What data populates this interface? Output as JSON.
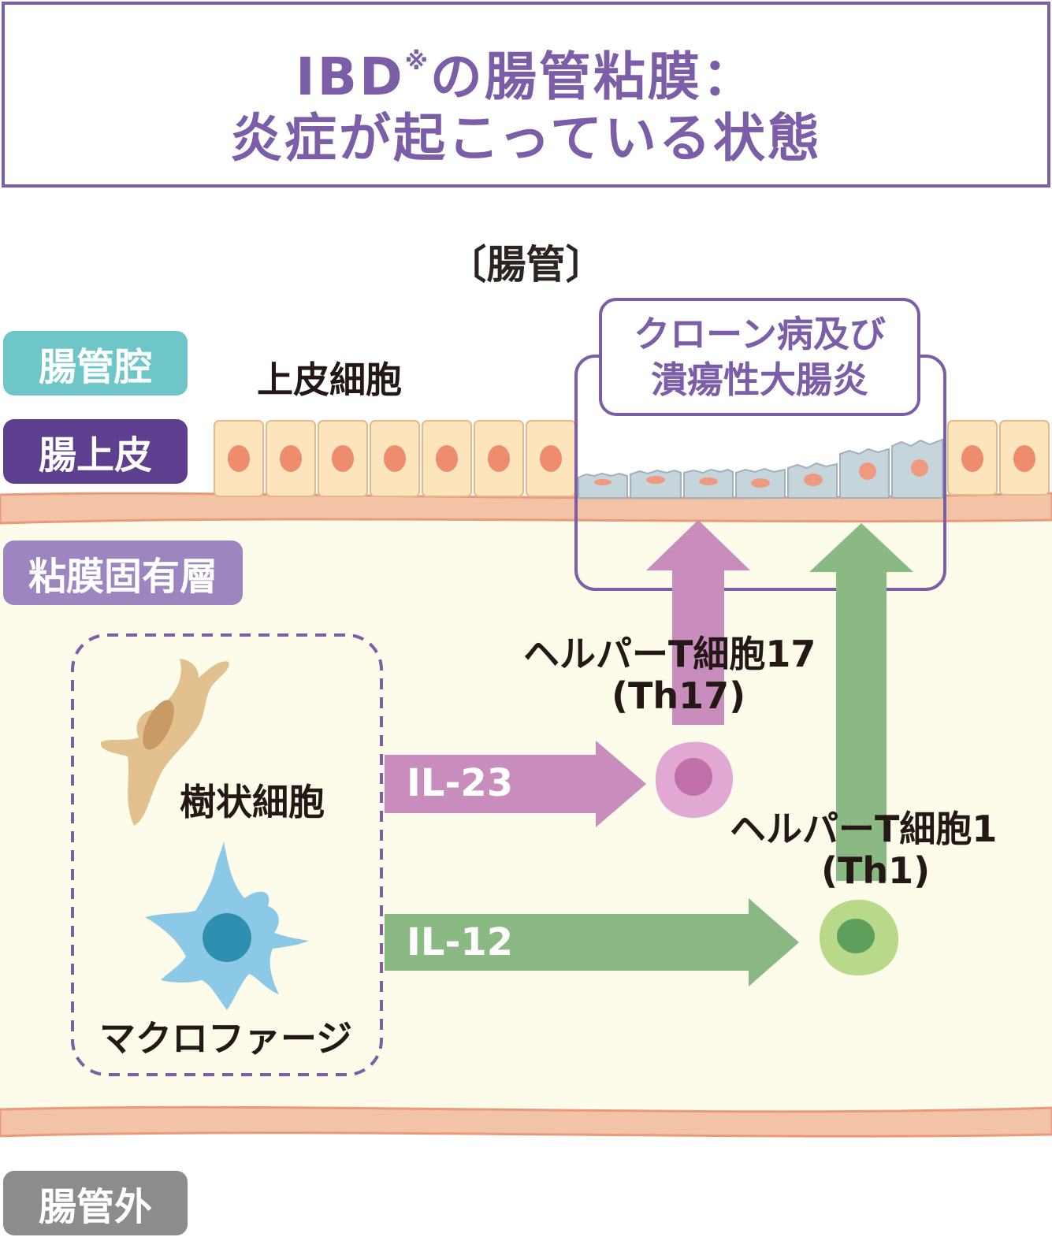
{
  "title": {
    "line1_main": "IBD",
    "line1_mark": "※",
    "line1_rest": "の腸管粘膜：",
    "line2": "炎症が起こっている状態"
  },
  "section_label": "〔腸管〕",
  "side_labels": {
    "lumen": "腸管腔",
    "epithelium": "腸上皮",
    "lamina_propria": "粘膜固有層",
    "outside": "腸管外"
  },
  "labels": {
    "epithelial_cells": "上皮細胞",
    "disease": [
      "クローン病及び",
      "潰瘍性大腸炎"
    ],
    "dendritic_cell": "樹状細胞",
    "macrophage": "マクロファージ",
    "il23": "IL-23",
    "il12": "IL-12",
    "th17_line1": "ヘルパーT細胞17",
    "th17_line2": "(Th17)",
    "th1_line1": "ヘルパーT細胞1",
    "th1_line2": "(Th1)"
  },
  "colors": {
    "title_purple": "#7b5ea7",
    "lumen_badge": "#6ec6c8",
    "epithelium_badge": "#5e3f8f",
    "lamina_badge": "#9d85c0",
    "outside_badge": "#8c8c8c",
    "il23_arrow": "#c88cbd",
    "il12_arrow": "#8bb984",
    "mucosa_bg": "#fdfbe9",
    "muscle_band": "#f2c3a6",
    "epithelial_cell": "#fce5bd",
    "nucleus": "#ee8d6e",
    "inflamed_cell": "#c6d5dc",
    "dendritic_cell": "#e2c18e",
    "macrophage": "#8cc9e6",
    "th17_cell": "#e0a8d3",
    "th1_cell": "#b8d88a"
  }
}
